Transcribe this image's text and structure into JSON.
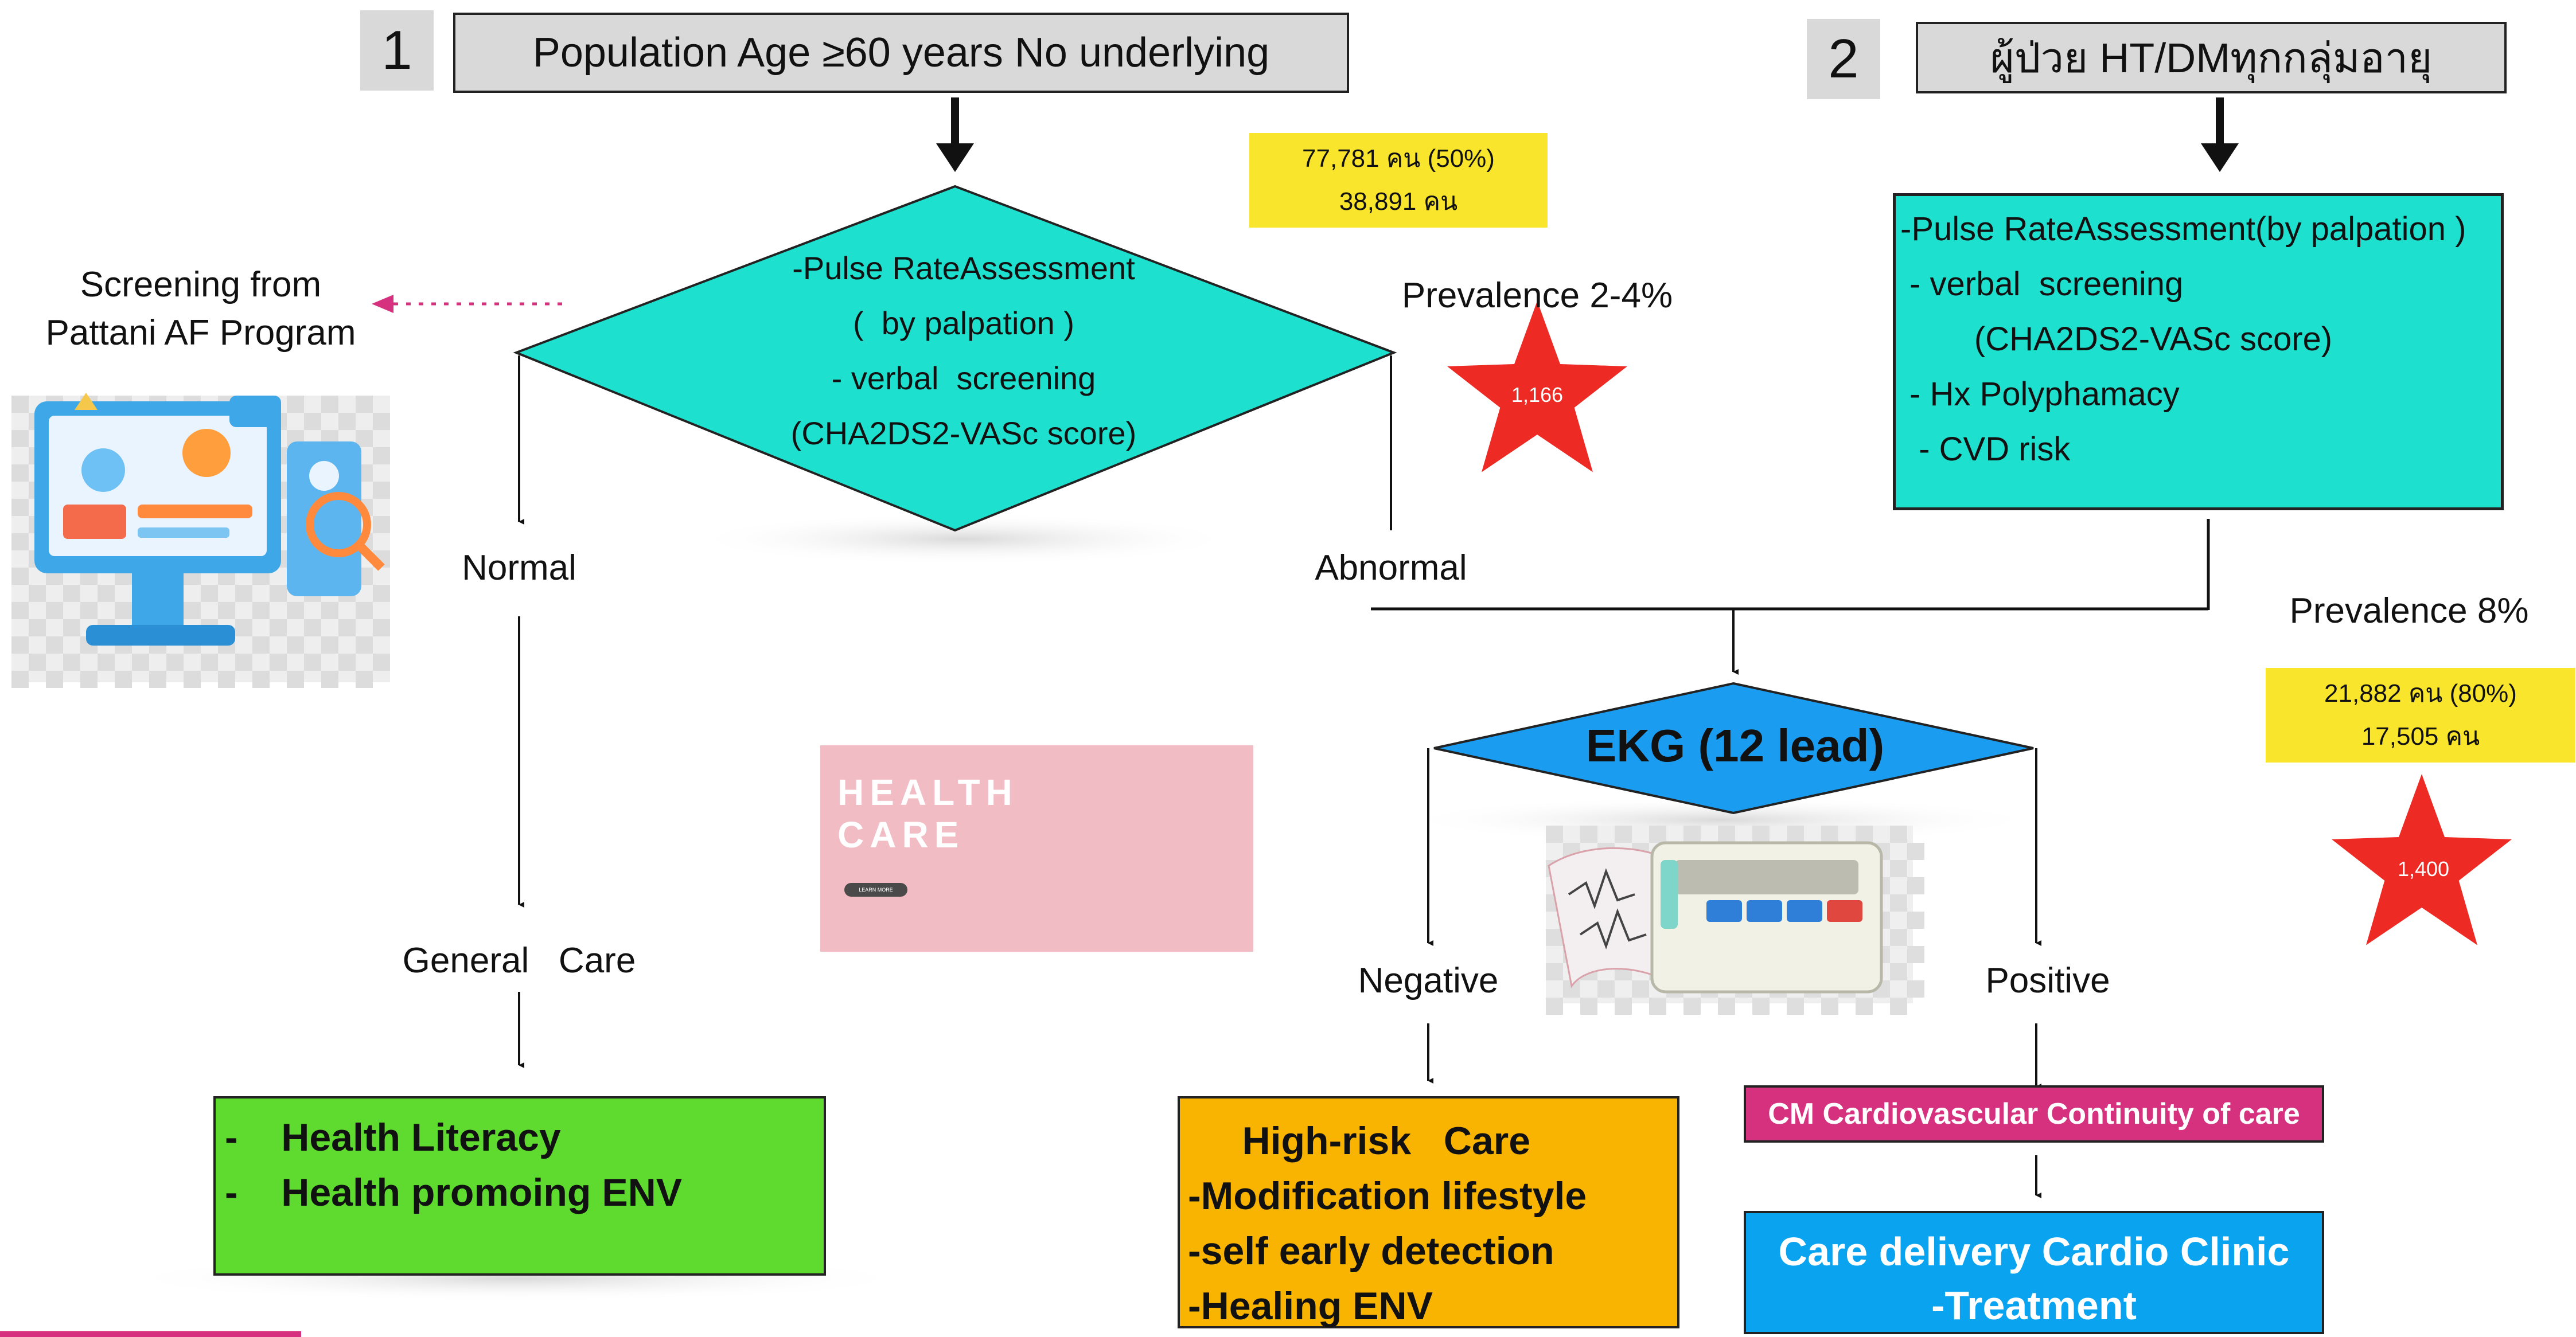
{
  "section1": {
    "number": "1",
    "title": "Population Age ≥60 years No underlying",
    "yellow_line1": "77,781  คน (50%)",
    "yellow_line2": "38,891 คน",
    "diamond_text": "-Pulse RateAssessment\n(  by palpation )\n- verbal  screening\n(CHA2DS2-VASc score)",
    "prevalence": "Prevalence 2-4%",
    "star_value": "1,166",
    "screening_note": "Screening from\nPattani AF Program",
    "normal_label": "Normal",
    "abnormal_label": "Abnormal",
    "general_care_label": "General   Care",
    "green_box_text": "-    Health Literacy\n-    Health promoing ENV"
  },
  "section2": {
    "number": "2",
    "title": "ผู้ป่วย HT/DMทุกกลุ่มอายุ",
    "teal_box_text": "-Pulse RateAssessment(by palpation )\n - verbal  screening\n        (CHA2DS2-VASc score)\n - Hx Polyphamacy\n  - CVD risk",
    "prevalence": "Prevalence 8%",
    "yellow_line1": "21,882  คน (80%)",
    "yellow_line2": "17,505 คน",
    "star_value": "1,400"
  },
  "ekg": {
    "label": "EKG (12 lead)",
    "negative_label": "Negative",
    "positive_label": "Positive",
    "orange_box_text": "     High-risk   Care\n-Modification lifestyle\n-self early detection\n-Healing ENV",
    "cm_box_text": "CM Cardiovascular Continuity of care",
    "blue_box_text": "Care delivery Cardio Clinic\n-Treatment"
  },
  "health_care_card": {
    "title": "HEALTH\nCARE",
    "button": "LEARN MORE"
  },
  "colors": {
    "teal": "#1ee0cf",
    "yellow": "#f9e52b",
    "ekg_blue": "#1a9df0",
    "green": "#5fdb2f",
    "orange": "#f8b400",
    "magenta": "#d6317e",
    "blue": "#0aa3f0",
    "star_red": "#ee2a24"
  }
}
